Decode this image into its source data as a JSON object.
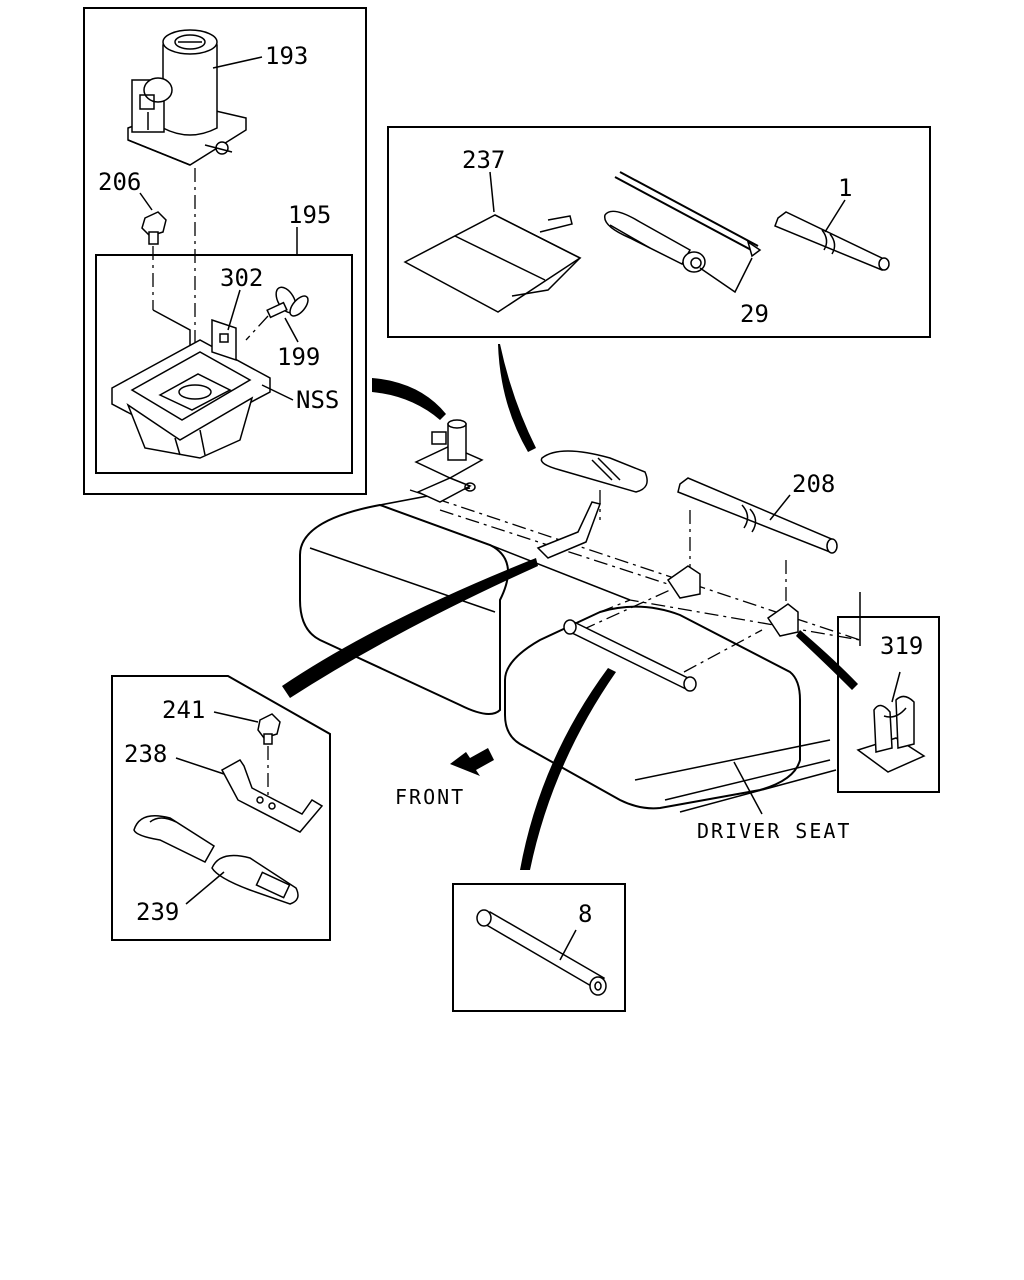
{
  "labels": {
    "p193": "193",
    "p206": "206",
    "p195": "195",
    "p302": "302",
    "p199": "199",
    "nss": "NSS",
    "p237": "237",
    "p1": "1",
    "p29": "29",
    "p208": "208",
    "p319": "319",
    "p241": "241",
    "p238": "238",
    "p239": "239",
    "front": "FRONT",
    "driver_seat": "DRIVER SEAT",
    "p8": "8"
  }
}
